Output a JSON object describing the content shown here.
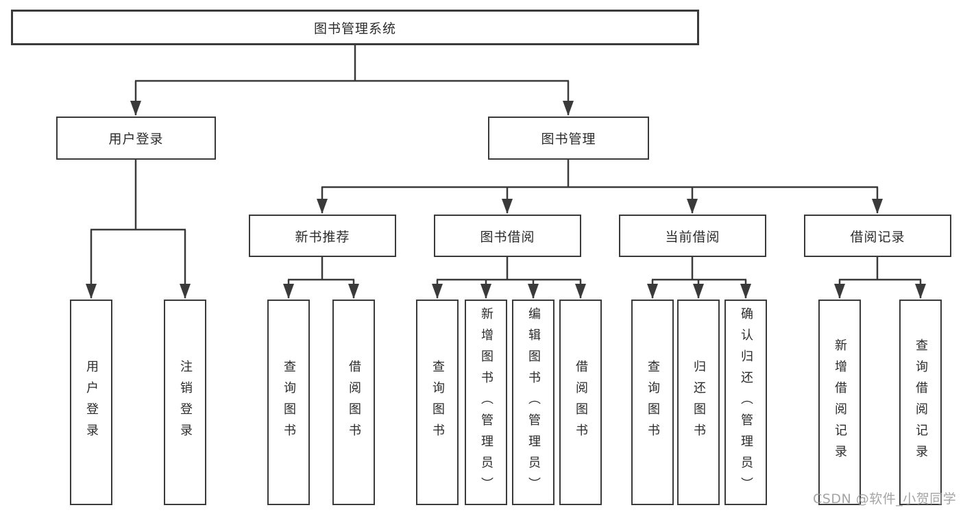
{
  "diagram": {
    "title": "图书管理系统",
    "colors": {
      "line": "#3a3a3a",
      "box_border": "#3a3a3a",
      "text": "#2b2b2b",
      "background": "#ffffff",
      "watermark": "#9a9a9a"
    },
    "tree": {
      "root": {
        "label": "图书管理系统"
      },
      "level2": [
        {
          "label": "用户登录"
        },
        {
          "label": "图书管理"
        }
      ],
      "level3": [
        {
          "label": "新书推荐"
        },
        {
          "label": "图书借阅"
        },
        {
          "label": "当前借阅"
        },
        {
          "label": "借阅记录"
        }
      ],
      "leaves": [
        {
          "label": "用户登录",
          "parent": "用户登录"
        },
        {
          "label": "注销登录",
          "parent": "用户登录"
        },
        {
          "label": "查询图书",
          "parent": "新书推荐"
        },
        {
          "label": "借阅图书",
          "parent": "新书推荐"
        },
        {
          "label": "查询图书",
          "parent": "图书借阅"
        },
        {
          "label": "新增图书（管理员）",
          "parent": "图书借阅"
        },
        {
          "label": "编辑图书（管理员）",
          "parent": "图书借阅"
        },
        {
          "label": "借阅图书",
          "parent": "图书借阅"
        },
        {
          "label": "查询图书",
          "parent": "当前借阅"
        },
        {
          "label": "归还图书",
          "parent": "当前借阅"
        },
        {
          "label": "确认归还（管理员）",
          "parent": "当前借阅"
        },
        {
          "label": "新增借阅记录",
          "parent": "借阅记录"
        },
        {
          "label": "查询借阅记录",
          "parent": "借阅记录"
        }
      ]
    },
    "watermark": {
      "text": "CSDN @软件_小贺同学"
    }
  }
}
